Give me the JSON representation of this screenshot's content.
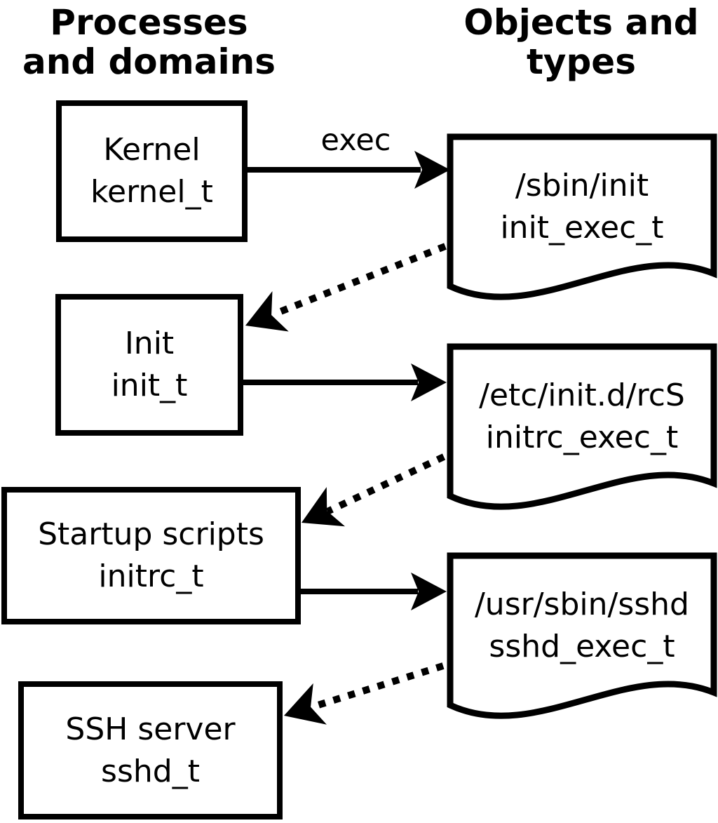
{
  "diagram": {
    "title_left": "Processes\nand domains",
    "title_right": "Objects and\ntypes",
    "exec_label": "exec",
    "processes": [
      {
        "name": "Kernel",
        "type": "kernel_t"
      },
      {
        "name": "Init",
        "type": "init_t"
      },
      {
        "name": "Startup scripts",
        "type": "initrc_t"
      },
      {
        "name": "SSH server",
        "type": "sshd_t"
      }
    ],
    "objects": [
      {
        "path": "/sbin/init",
        "type": "init_exec_t"
      },
      {
        "path": "/etc/init.d/rcS",
        "type": "initrc_exec_t"
      },
      {
        "path": "/usr/sbin/sshd",
        "type": "sshd_exec_t"
      }
    ],
    "colors": {
      "foreground": "#000000",
      "background": "#ffffff"
    }
  }
}
